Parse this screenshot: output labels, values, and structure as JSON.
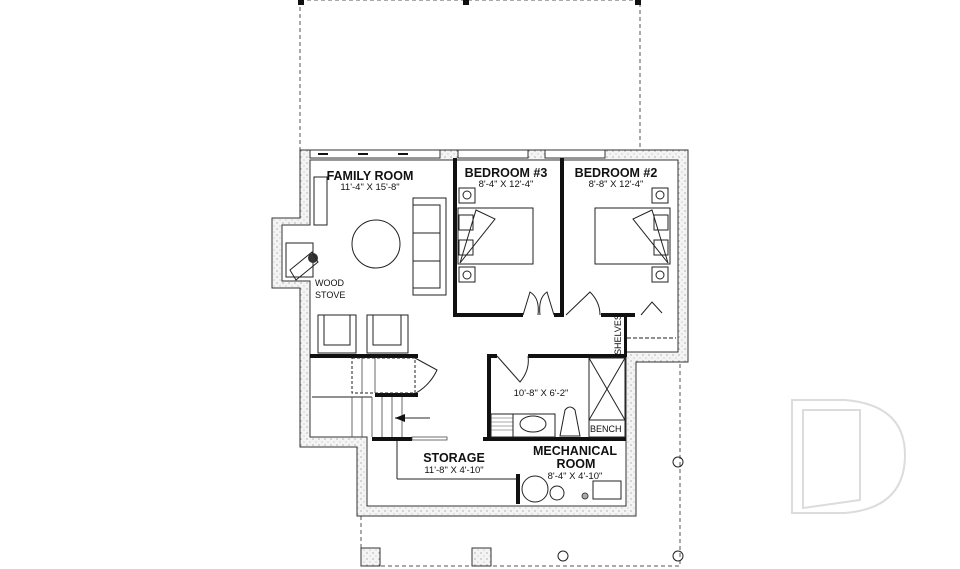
{
  "rooms": {
    "family_room": {
      "name": "FAMILY ROOM",
      "dims": "11'-4\" X 15'-8\""
    },
    "bedroom3": {
      "name": "BEDROOM #3",
      "dims": "8'-4\" X 12'-4\""
    },
    "bedroom2": {
      "name": "BEDROOM #2",
      "dims": "8'-8\" X 12'-4\""
    },
    "bathroom": {
      "dims": "10'-8\" X 6'-2\""
    },
    "storage": {
      "name": "STORAGE",
      "dims": "11'-8\" X 4'-10\""
    },
    "mechanical": {
      "name_line1": "MECHANICAL",
      "name_line2": "ROOM",
      "dims": "8'-4\" X 4'-10\""
    }
  },
  "fixtures": {
    "wood_stove_line1": "WOOD",
    "wood_stove_line2": "STOVE",
    "shelves": "SHELVES",
    "bench": "BENCH"
  },
  "colors": {
    "wall": "#111111",
    "watermark": "#d8d8d8"
  }
}
